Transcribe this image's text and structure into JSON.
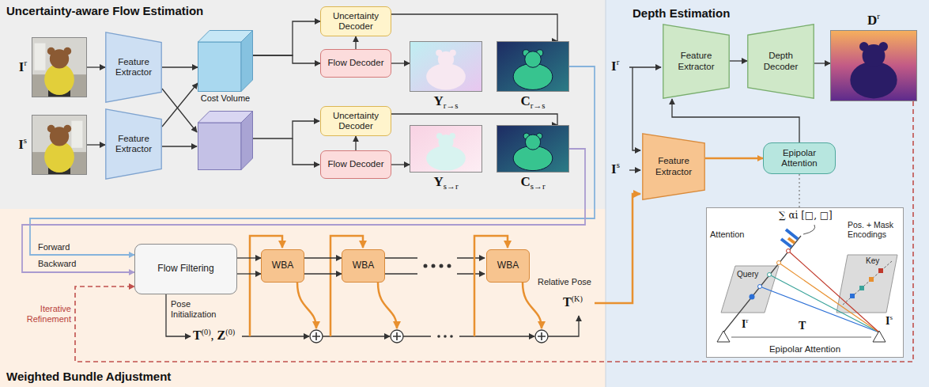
{
  "diagram": {
    "nodes": [
      {
        "text": [
          "Uncertainty-aware Flow Estimation"
        ]
      },
      {
        "text": [
          "Ir"
        ],
        "in": 0
      },
      {
        "text": [
          "Is"
        ],
        "in": 0
      },
      {
        "text": [
          "Feature Extractor"
        ],
        "in": 0
      },
      {
        "text": [
          "Feature Extractor"
        ],
        "in": 0
      },
      {
        "text": [
          "Cost Volume"
        ],
        "in": 0
      },
      {
        "text": [
          "Uncertainty Decoder"
        ],
        "in": 0
      },
      {
        "text": [
          "Flow Decoder"
        ],
        "in": 0
      },
      {
        "text": [
          "Uncertainty Decoder"
        ],
        "in": 0
      },
      {
        "text": [
          "Flow Decoder"
        ],
        "in": 0
      },
      {
        "text": [
          "Yr→s"
        ],
        "in": 0
      },
      {
        "text": [
          "Cr→s"
        ],
        "in": 0
      },
      {
        "text": [
          "Ys→r"
        ],
        "in": 0
      },
      {
        "text": [
          "Cs→r"
        ],
        "in": 0
      },
      {
        "text": [
          "Weighted Bundle Adjustment"
        ]
      },
      {
        "text": [
          "Flow Filtering"
        ],
        "in": 14
      },
      {
        "text": [
          "WBA"
        ],
        "in": 14
      },
      {
        "text": [
          "WBA"
        ],
        "in": 14
      },
      {
        "text": [
          "WBA"
        ],
        "in": 14
      },
      {
        "text": [
          "Depth Estimation"
        ]
      },
      {
        "text": [
          "Feature Extractor"
        ],
        "in": 19
      },
      {
        "text": [
          "Depth Decoder"
        ],
        "in": 19
      },
      {
        "text": [
          "Dr"
        ],
        "in": 19
      },
      {
        "text": [
          "Feature Extractor"
        ],
        "in": 19
      },
      {
        "text": [
          "Epipolar Attention"
        ],
        "in": 19
      },
      {
        "text": [
          "Epipolar Attention"
        ],
        "in": 19
      }
    ],
    "edges": [
      {
        "from": 1,
        "to": 3,
        "arrow": "to"
      },
      {
        "from": 2,
        "to": 4,
        "arrow": "to"
      },
      {
        "from": 3,
        "to": 5,
        "arrow": "to"
      },
      {
        "from": 4,
        "to": 5,
        "arrow": "to"
      },
      {
        "from": 5,
        "to": 6,
        "arrow": "to"
      },
      {
        "from": 5,
        "to": 7,
        "arrow": "to"
      },
      {
        "from": 7,
        "to": 6,
        "arrow": "to"
      },
      {
        "from": 7,
        "to": 10,
        "arrow": "to"
      },
      {
        "from": 6,
        "to": 11,
        "arrow": "to"
      },
      {
        "from": 9,
        "to": 8,
        "arrow": "to"
      },
      {
        "from": 9,
        "to": 12,
        "arrow": "to"
      },
      {
        "from": 8,
        "to": 13,
        "arrow": "to"
      },
      {
        "from": 11,
        "to": 15,
        "arrow": "to"
      },
      {
        "from": 13,
        "to": 15,
        "arrow": "to"
      },
      {
        "from": 15,
        "to": 16,
        "arrow": "to"
      },
      {
        "from": 15,
        "to": 16,
        "arrow": "to"
      },
      {
        "from": 16,
        "to": 17,
        "arrow": "to"
      },
      {
        "from": 16,
        "to": 17,
        "arrow": "to"
      },
      {
        "from": 23,
        "to": 24,
        "arrow": "to"
      },
      {
        "from": 24,
        "to": 20,
        "arrow": "to"
      },
      {
        "from": 20,
        "to": 21,
        "arrow": "to"
      },
      {
        "from": 21,
        "to": 22,
        "arrow": "to"
      },
      {
        "from": 22,
        "to": 15,
        "arrow": "to"
      },
      {
        "from": 24,
        "to": 25,
        "arrow": "none"
      }
    ],
    "labels": [
      "Forward",
      "Backward",
      "Iterative Refinement",
      "Pose Initialization",
      "T(0), Z(0)",
      "Relative Pose",
      "T(K)",
      "Ir",
      "Is",
      "∑ αi [□, □]",
      "Attention",
      "Pos. + Mask Encodings",
      "Query",
      "Key",
      "Ir",
      "T",
      "Is"
    ]
  }
}
